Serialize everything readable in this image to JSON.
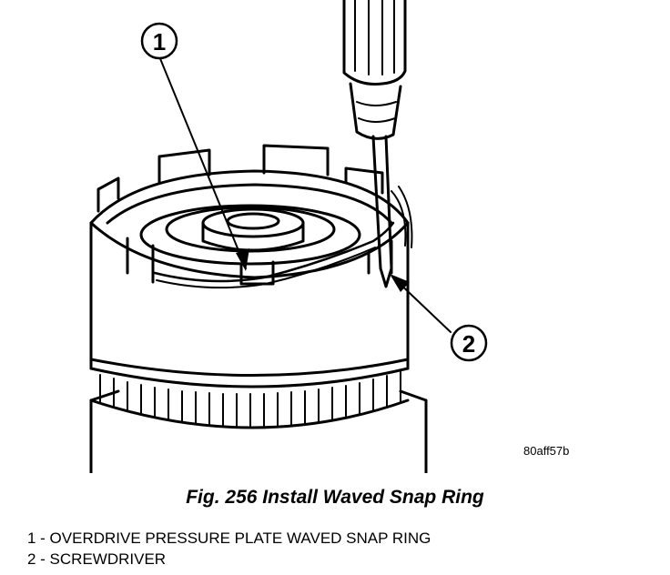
{
  "figure": {
    "id_code": "80aff57b",
    "caption": "Fig. 256 Install Waved Snap Ring"
  },
  "callouts": [
    {
      "number": "1",
      "text": "1 - OVERDRIVE PRESSURE PLATE WAVED SNAP RING"
    },
    {
      "number": "2",
      "text": "2 - SCREWDRIVER"
    }
  ],
  "colors": {
    "ink": "#000000",
    "paper": "#ffffff"
  }
}
